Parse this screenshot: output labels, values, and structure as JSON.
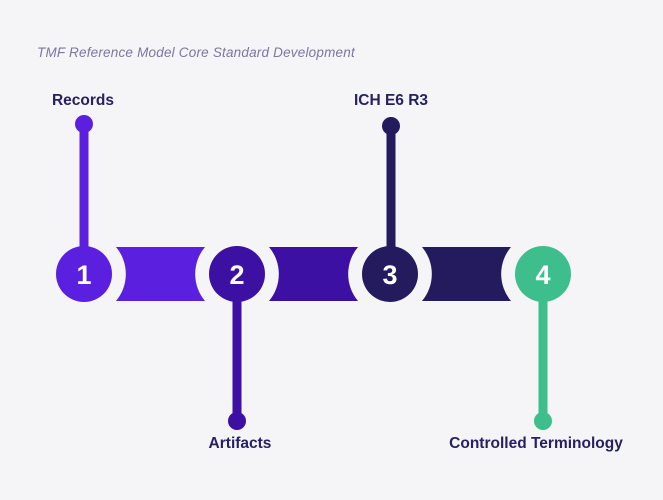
{
  "title": "TMF Reference Model Core Standard Development",
  "colors": {
    "background": "#F5F4F6",
    "title_text": "#7D75A3",
    "label_text": "#262163",
    "number_text": "#FFFFFF"
  },
  "timeline": {
    "steps": [
      {
        "number": "1",
        "label": "Records",
        "label_position": "top",
        "color": "#5B1FE0"
      },
      {
        "number": "2",
        "label": "Artifacts",
        "label_position": "bottom",
        "color": "#3B10A2"
      },
      {
        "number": "3",
        "label": "ICH E6 R3",
        "label_position": "top",
        "color": "#241A5E"
      },
      {
        "number": "4",
        "label": "Controlled Terminology",
        "label_position": "bottom",
        "color": "#3EBE8C"
      }
    ]
  }
}
